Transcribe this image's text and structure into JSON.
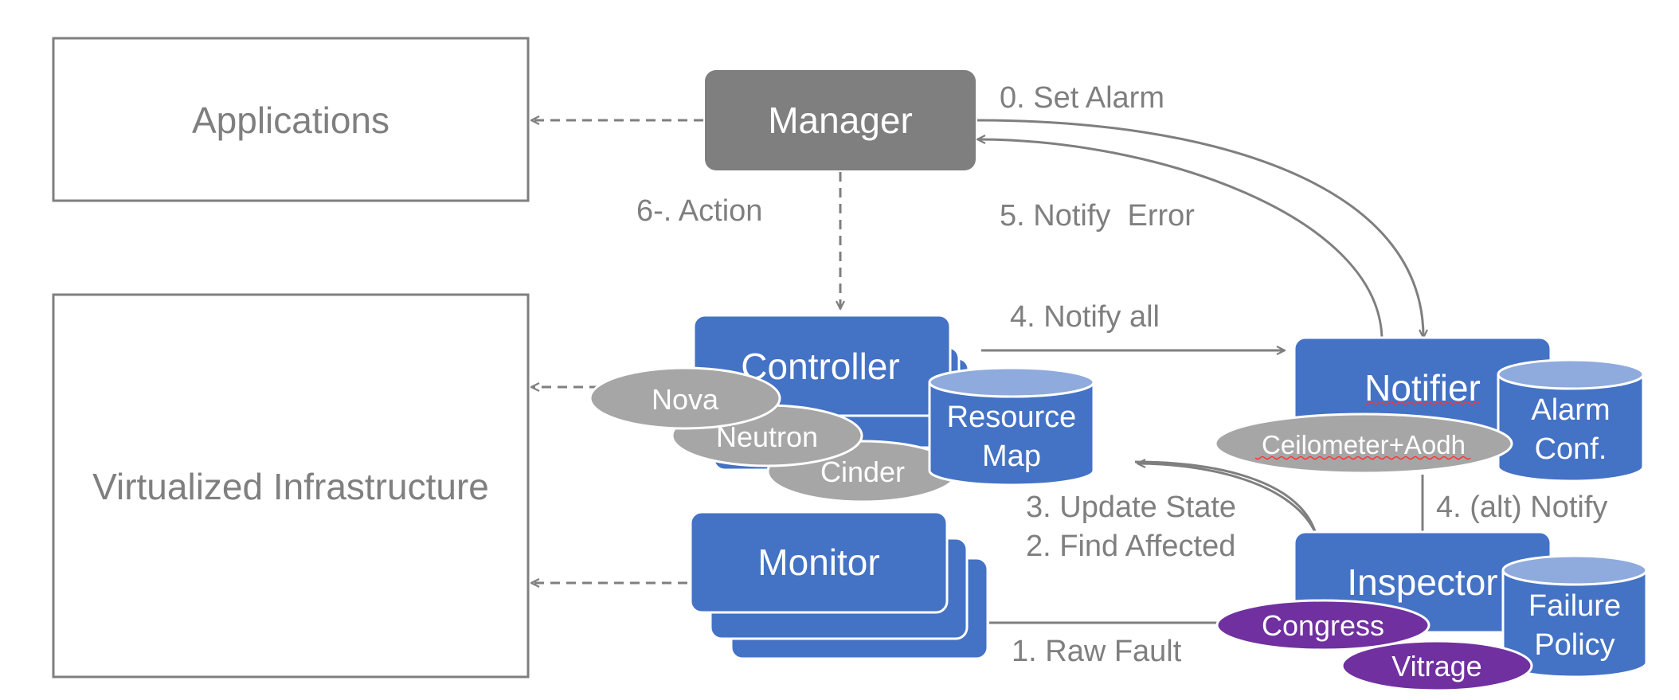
{
  "nodes": {
    "applications": "Applications",
    "virtualized_infrastructure": "Virtualized Infrastructure",
    "manager": "Manager",
    "controller": "Controller",
    "monitor": "Monitor",
    "notifier": "Notifier",
    "inspector": "Inspector"
  },
  "databases": {
    "resource_map": [
      "Resource",
      "Map"
    ],
    "alarm_conf": [
      "Alarm",
      "Conf."
    ],
    "failure_policy": [
      "Failure",
      "Policy"
    ]
  },
  "ovals": {
    "nova": "Nova",
    "neutron": "Neutron",
    "cinder": "Cinder",
    "ceilometer_aodh": "Ceilometer+Aodh",
    "congress": "Congress",
    "vitrage": "Vitrage"
  },
  "edges": {
    "set_alarm": "0. Set Alarm",
    "notify_error": "5. Notify  Error",
    "action": "6-. Action",
    "notify_all": "4. Notify all",
    "update_state": "3. Update State",
    "find_affected": "2. Find Affected",
    "alt_notify": "4. (alt) Notify",
    "raw_fault": "1. Raw Fault"
  },
  "colors": {
    "box_blue": "#4472c4",
    "db_top": "#8faadc",
    "manager_grey": "#7f7f7f",
    "oval_grey": "#a6a6a6",
    "oval_purple": "#7030a0",
    "line_grey": "#7f7f7f"
  }
}
